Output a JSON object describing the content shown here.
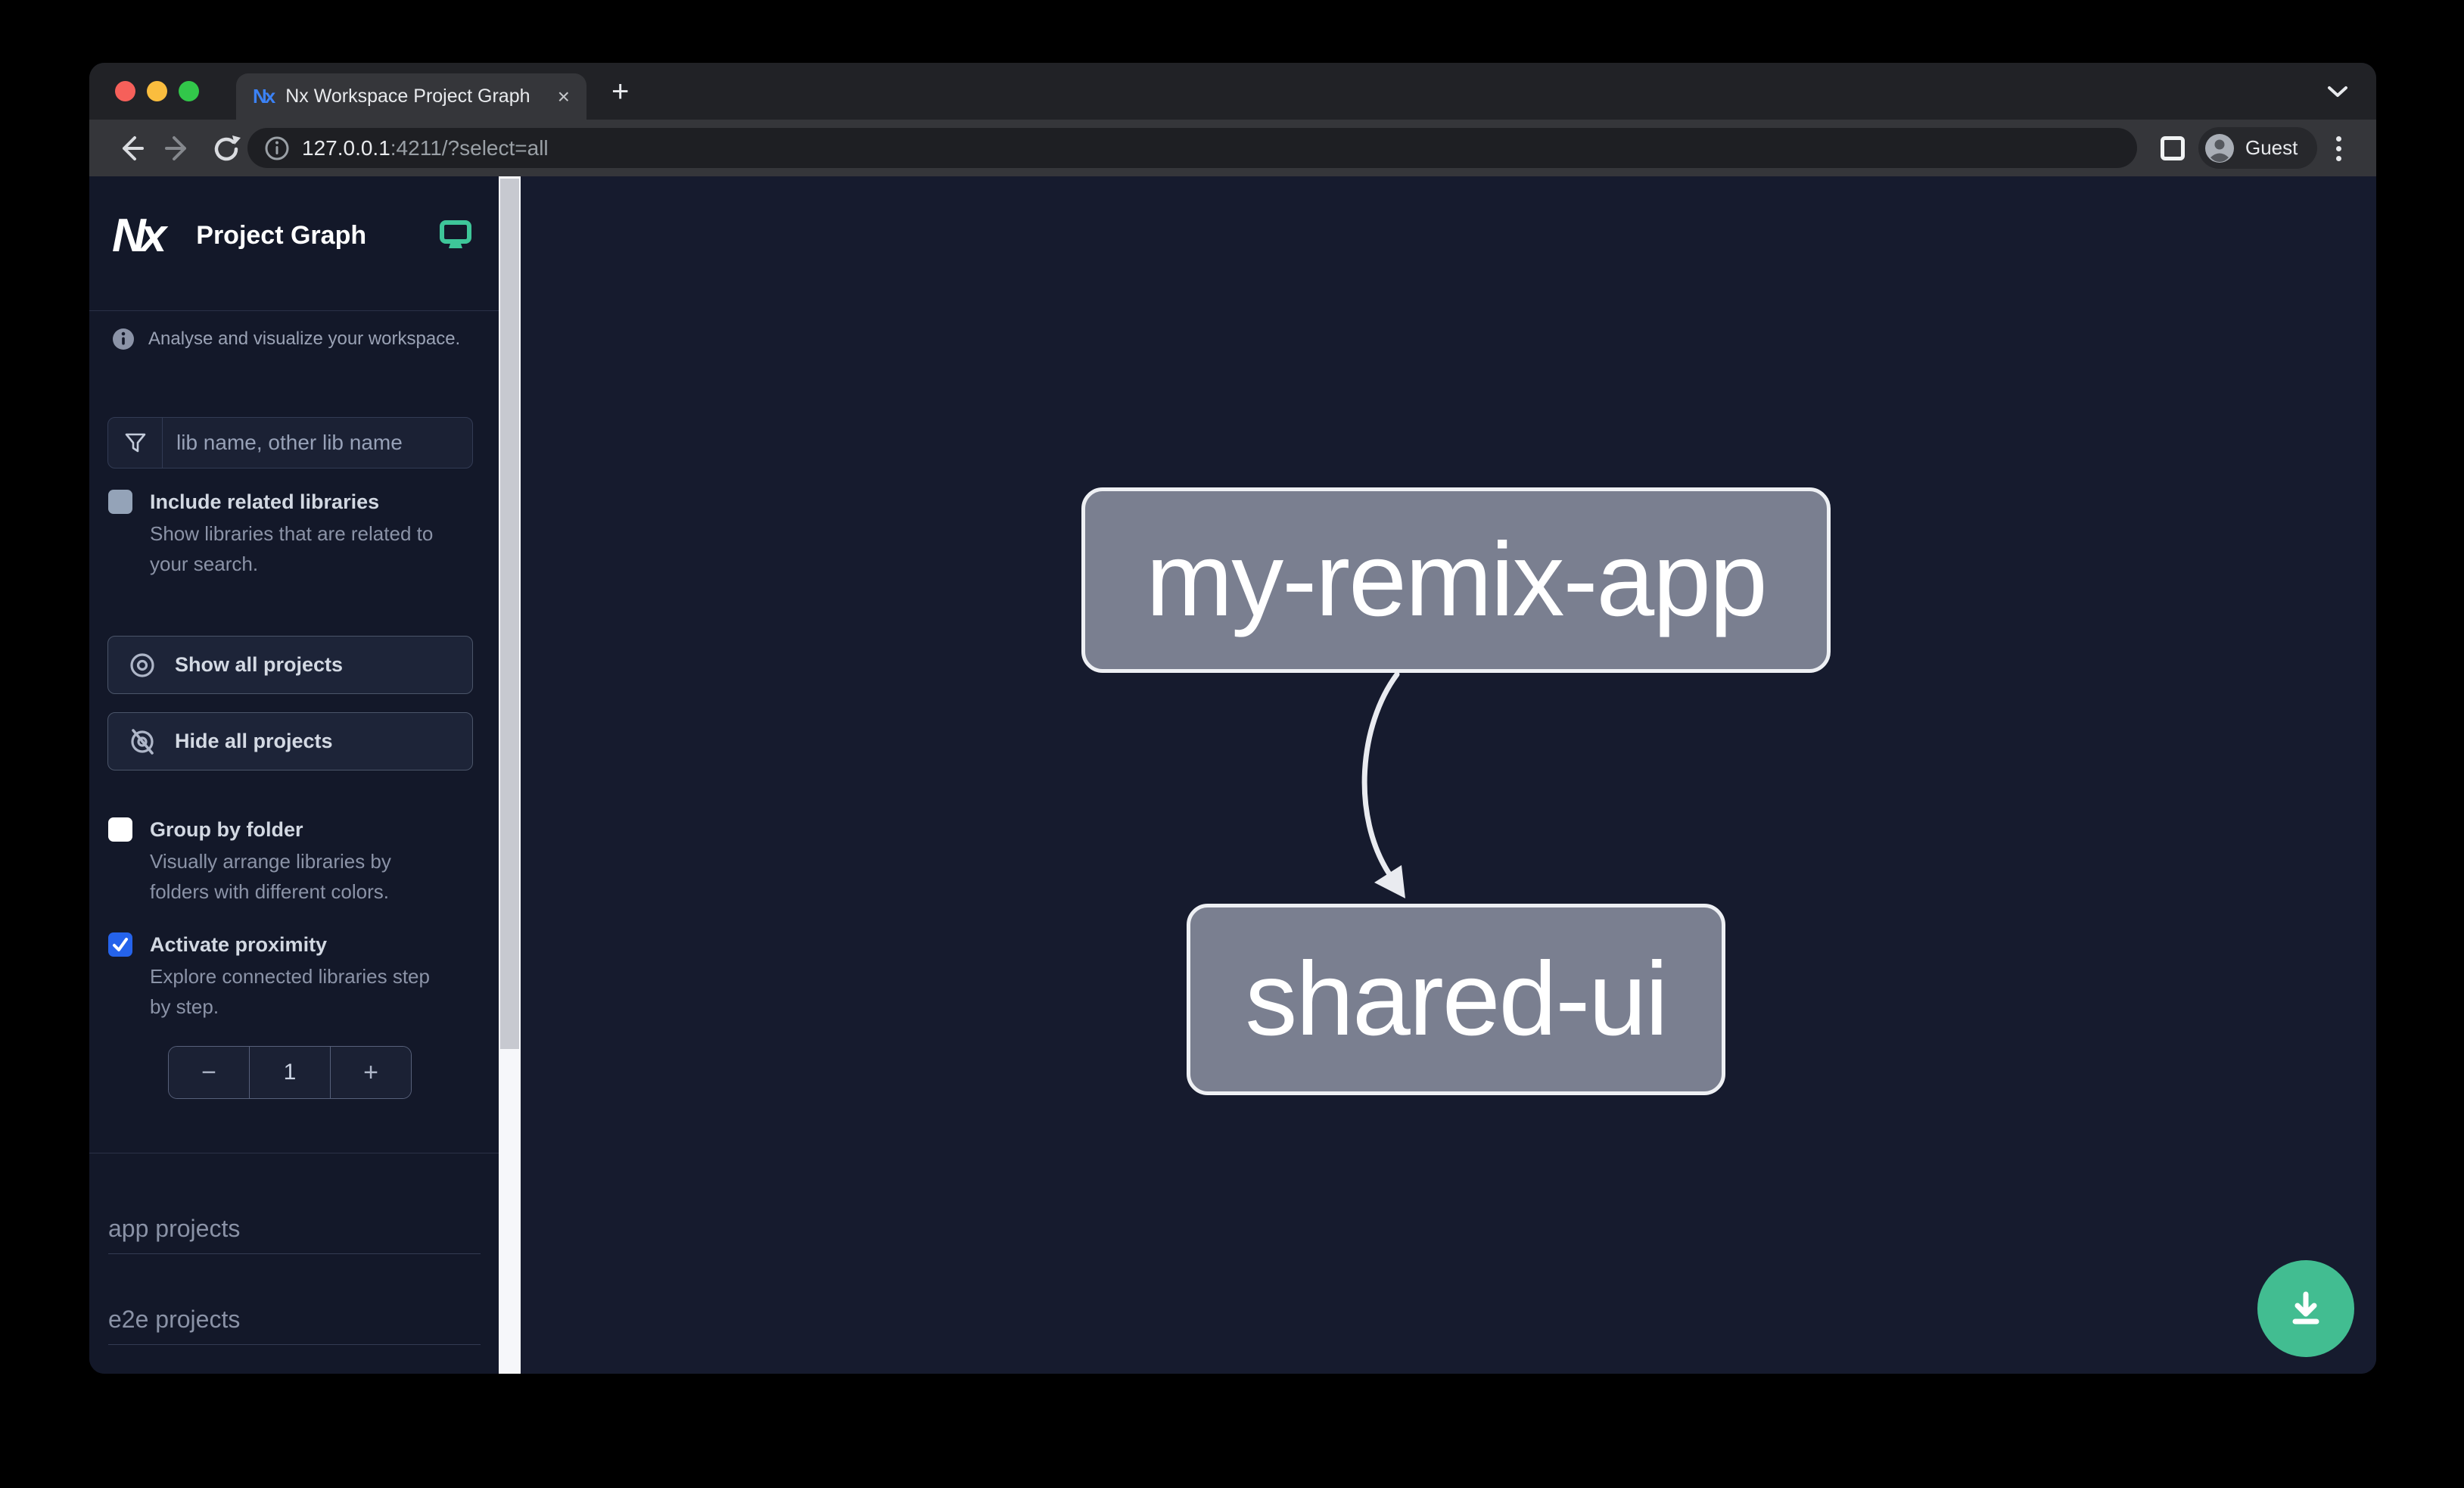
{
  "browser": {
    "tab_title": "Nx Workspace Project Graph",
    "tab_close": "×",
    "new_tab": "+",
    "favicon_text": "Nx",
    "url": {
      "host": "127.0.0.1",
      "rest": ":4211/?select=all"
    },
    "profile_label": "Guest"
  },
  "sidebar": {
    "logo_text": "Nx",
    "app_title": "Project Graph",
    "tagline": "Analyse and visualize your workspace.",
    "search": {
      "placeholder": "lib name, other lib name",
      "value": ""
    },
    "options": [
      {
        "label": "Include related libraries",
        "description": "Show libraries that are related to your search.",
        "checked": false
      },
      {
        "label": "Group by folder",
        "description": "Visually arrange libraries by folders with different colors.",
        "checked": false
      },
      {
        "label": "Activate proximity",
        "description": "Explore connected libraries step by step.",
        "checked": true
      }
    ],
    "buttons": [
      {
        "label": "Show all projects"
      },
      {
        "label": "Hide all projects"
      }
    ],
    "stepper": {
      "decrease": "−",
      "value": "1",
      "increase": "+"
    },
    "sections": [
      {
        "label": "app projects"
      },
      {
        "label": "e2e projects"
      }
    ]
  },
  "graph": {
    "nodes": [
      {
        "id": "my-remix-app"
      },
      {
        "id": "shared-ui"
      }
    ],
    "edges": [
      {
        "source": "my-remix-app",
        "target": "shared-ui"
      }
    ]
  },
  "colors": {
    "accent_teal": "#42bd91",
    "checkbox_blue": "#2563eb",
    "node_fill": "#7a7f90",
    "node_border": "#eef0f4",
    "canvas_bg": "#161b2e",
    "sidebar_bg": "#131829"
  }
}
